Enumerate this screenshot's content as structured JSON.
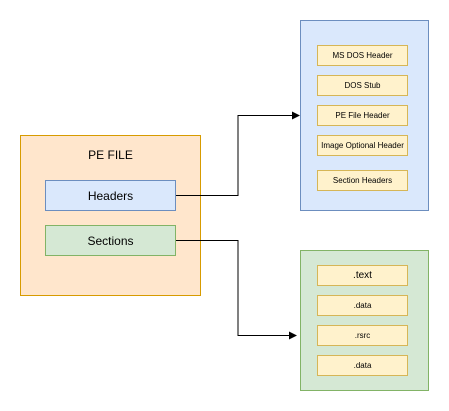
{
  "pe_file": {
    "title": "PE FILE"
  },
  "pe_parts": {
    "headers": "Headers",
    "sections": "Sections"
  },
  "header_fields": [
    "MS DOS Header",
    "DOS Stub",
    "PE File Header",
    "Image Optional Header",
    "Section Headers"
  ],
  "section_fields": [
    ".text",
    ".data",
    ".rsrc",
    ".data"
  ],
  "colors": {
    "pe_fill": "#ffe6cc",
    "pe_stroke": "#d79b00",
    "blue_fill": "#dae8fc",
    "blue_stroke": "#6c8ebf",
    "green_fill": "#d5e8d4",
    "green_stroke": "#82b366",
    "field_fill": "#fff2cc",
    "field_stroke": "#d6b656"
  }
}
